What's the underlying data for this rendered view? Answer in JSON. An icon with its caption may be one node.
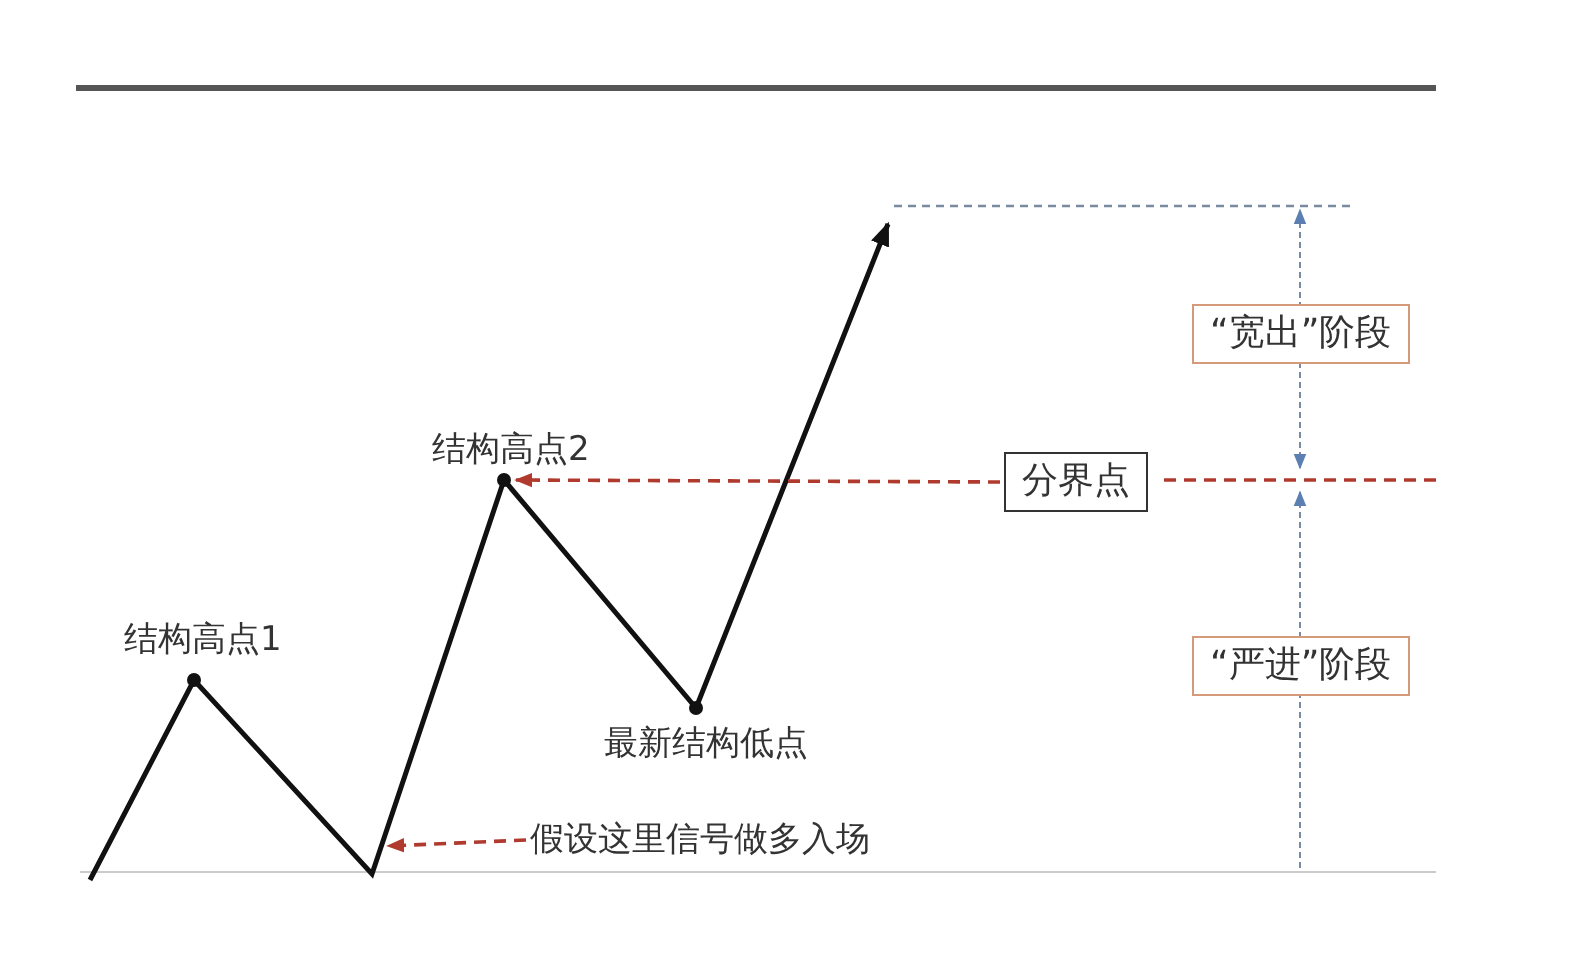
{
  "diagram": {
    "nodes": [
      {
        "text": [
          "结构高点1"
        ]
      },
      {
        "text": [
          "结构高点2"
        ]
      },
      {
        "text": [
          "最新结构低点"
        ]
      },
      {
        "text": [
          "假设这里信号做多入场"
        ]
      },
      {
        "text": [
          "分界点"
        ]
      },
      {
        "text": [
          "“宽出”阶段"
        ]
      },
      {
        "text": [
          "“严进”阶段"
        ]
      }
    ],
    "edges": [
      {
        "from": 4,
        "to": 1,
        "arrow": "to",
        "style": "dashed",
        "color": "#b03a2e"
      },
      {
        "from": 3,
        "to": null,
        "arrow": "to",
        "style": "dashed",
        "color": "#b03a2e"
      }
    ]
  }
}
